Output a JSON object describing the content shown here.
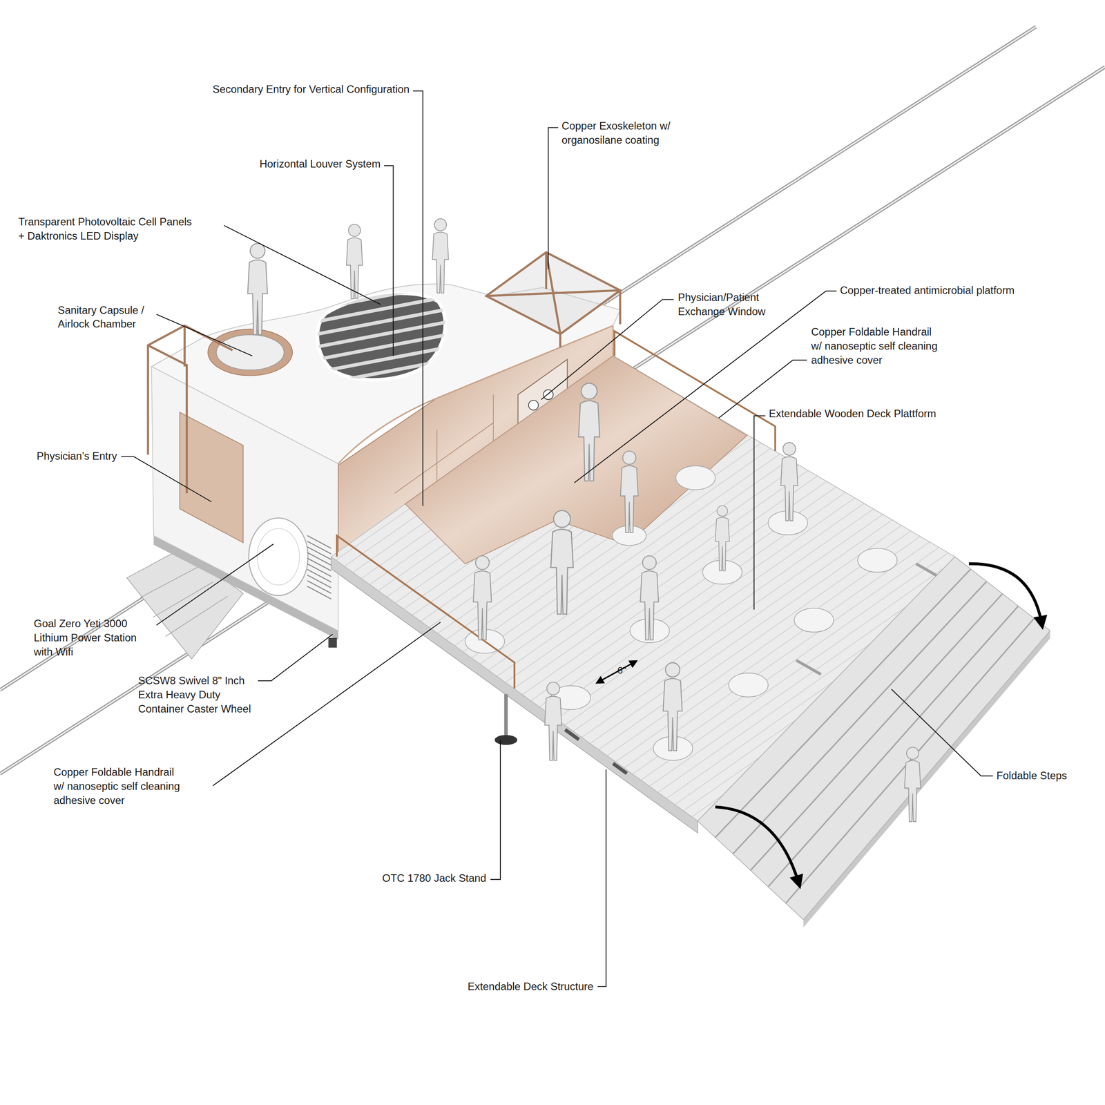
{
  "diagram": {
    "labels": [
      "Secondary Entry for Vertical Configuration",
      "Horizontal Louver System",
      "Transparent Photovoltaic Cell Panels + Daktronics LED Display",
      "Sanitary Capsule / Airlock Chamber",
      "Physician’s Entry",
      "Goal Zero Yeti 3000 Lithium Power Station with Wifi",
      "SCSW8 Swivel 8\" Inch Extra Heavy Duty Container Caster Wheel",
      "Copper Foldable Handrail w/ nanoseptic self cleaning adhesive cover",
      "OTC 1780 Jack Stand",
      "Extendable Deck Structure",
      "Copper Exoskeleton w/ organosilane coating",
      "Physician/Patient Exchange Window",
      "Copper-treated antimicrobial platform",
      "Copper Foldable Handrail w/ nanoseptic self cleaning adhesive cover",
      "Extendable Wooden Deck Plattform",
      "Foldable Steps",
      "6\""
    ]
  }
}
